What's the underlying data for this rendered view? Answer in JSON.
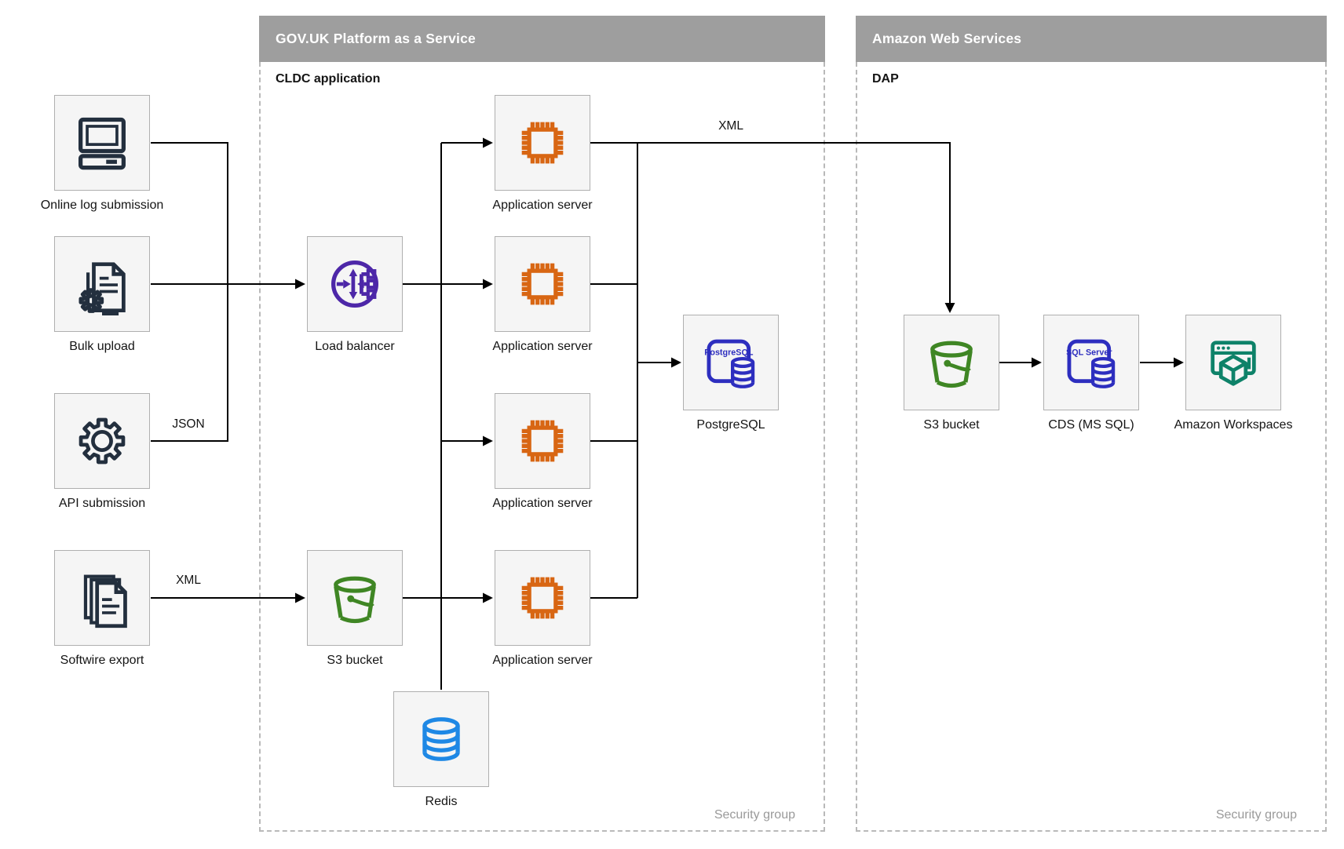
{
  "diagram": {
    "containers": {
      "govuk": {
        "title": "GOV.UK Platform as a Service",
        "sublabel": "CLDC application",
        "footer": "Security group"
      },
      "aws": {
        "title": "Amazon Web Services",
        "sublabel": "DAP",
        "footer": "Security group"
      }
    },
    "nodes": {
      "online_log": {
        "label": "Online log submission",
        "icon": "desktop-computer-icon",
        "color": "#232F3E"
      },
      "bulk_upload": {
        "label": "Bulk upload",
        "icon": "document-gear-icon",
        "color": "#232F3E"
      },
      "api_submission": {
        "label": "API submission",
        "icon": "gear-icon",
        "color": "#232F3E"
      },
      "softwire_export": {
        "label": "Softwire export",
        "icon": "documents-stack-icon",
        "color": "#232F3E"
      },
      "load_balancer": {
        "label": "Load balancer",
        "icon": "load-balancer-icon",
        "color": "#4D27A8"
      },
      "app_server_1": {
        "label": "Application server",
        "icon": "processor-chip-icon",
        "color": "#D86613"
      },
      "app_server_2": {
        "label": "Application server",
        "icon": "processor-chip-icon",
        "color": "#D86613"
      },
      "app_server_3": {
        "label": "Application server",
        "icon": "processor-chip-icon",
        "color": "#D86613"
      },
      "app_server_4": {
        "label": "Application server",
        "icon": "processor-chip-icon",
        "color": "#D86613"
      },
      "s3_bucket_govuk": {
        "label": "S3 bucket",
        "icon": "s3-bucket-icon",
        "color": "#3F8624"
      },
      "redis": {
        "label": "Redis",
        "icon": "database-cylinder-icon",
        "color": "#1E88E5"
      },
      "postgresql": {
        "label": "PostgreSQL",
        "icon": "postgresql-database-icon",
        "icon_text": "PostgreSQL",
        "color": "#2D2EBF"
      },
      "s3_bucket_aws": {
        "label": "S3 bucket",
        "icon": "s3-bucket-icon",
        "color": "#3F8624"
      },
      "cds_mssql": {
        "label": "CDS (MS SQL)",
        "icon": "sql-server-database-icon",
        "icon_text": "SQL Server",
        "color": "#2D2EBF"
      },
      "amazon_workspaces": {
        "label": "Amazon Workspaces",
        "icon": "browser-cube-icon",
        "color": "#0E8269"
      }
    },
    "edge_labels": {
      "api_json": "JSON",
      "softwire_xml": "XML",
      "dap_xml": "XML"
    },
    "colors": {
      "header_bg": "#9E9E9E",
      "header_text": "#FFFFFF",
      "node_fill": "#F5F5F5",
      "node_border": "#AFAFAF",
      "container_border": "#B9B9B9",
      "line": "#000000",
      "security_group_text": "#9A9A9A"
    }
  }
}
